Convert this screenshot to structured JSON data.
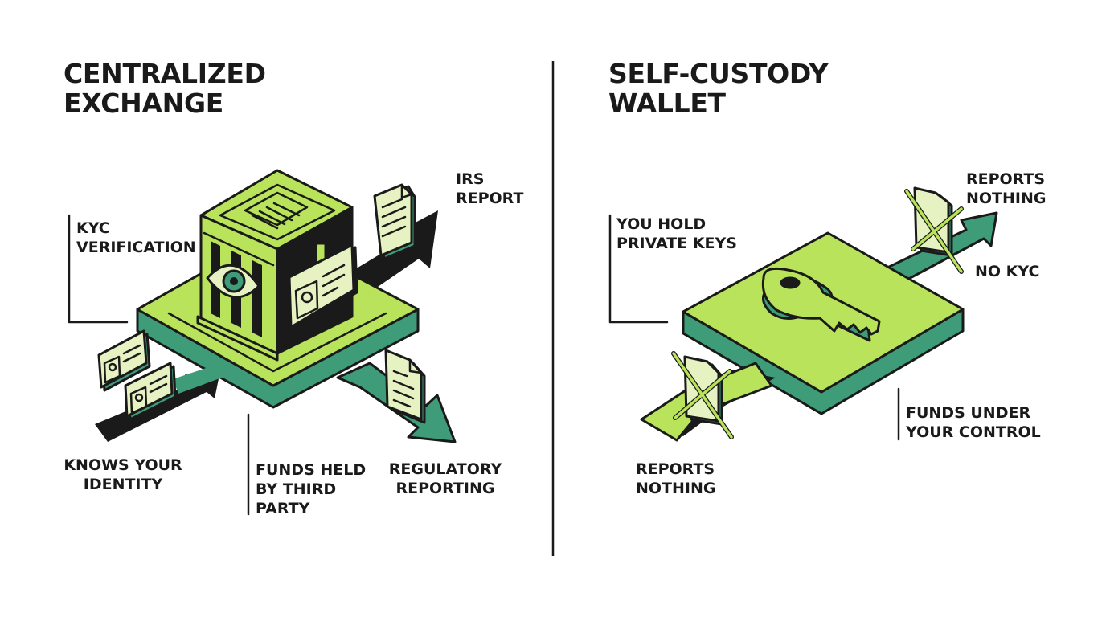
{
  "left": {
    "title": [
      "CENTRALIZED",
      "EXCHANGE"
    ],
    "labels": {
      "kyc": [
        "KYC",
        "VERIFICATION"
      ],
      "irs": [
        "IRS",
        "REPORT"
      ],
      "knows": [
        "KNOWS YOUR",
        "IDENTITY"
      ],
      "funds": [
        "FUNDS HELD",
        "BY THIRD",
        "PARTY"
      ],
      "regulatory": [
        "REGULATORY",
        "REPORTING"
      ]
    }
  },
  "right": {
    "title": [
      "SELF-CUSTODY",
      "WALLET"
    ],
    "labels": {
      "keys": [
        "YOU HOLD",
        "PRIVATE KEYS"
      ],
      "reports_top": [
        "REPORTS",
        "NOTHING"
      ],
      "nokyc": [
        "NO KYC"
      ],
      "funds": [
        "FUNDS UNDER",
        "YOUR CONTROL"
      ],
      "reports_bottom": [
        "REPORTS",
        "NOTHING"
      ]
    }
  },
  "colors": {
    "ink": "#1a1a1a",
    "lime": "#b8e35a",
    "teal": "#3f9c78",
    "pale": "#e6f2c2"
  },
  "icons": [
    "bank-building-icon",
    "eye-icon",
    "id-card-icon",
    "document-icon",
    "key-icon",
    "cross-out-icon"
  ]
}
